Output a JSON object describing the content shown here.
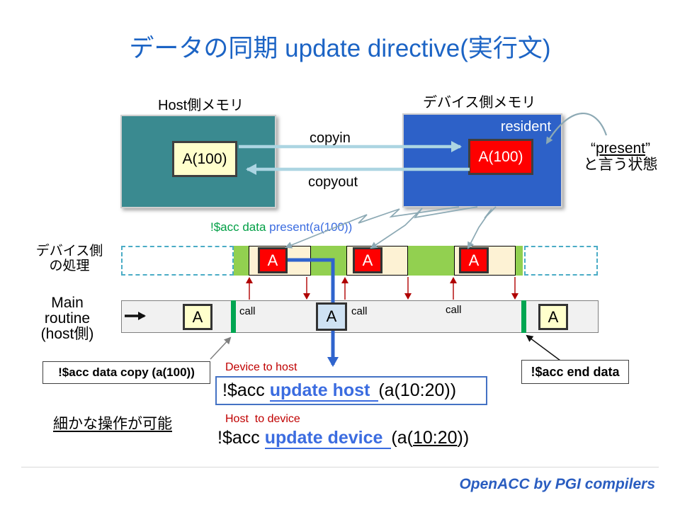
{
  "title": "データの同期 update directive(実行文)",
  "host_memory": {
    "label": "Host側メモリ",
    "cell_label": "A(100)"
  },
  "device_memory": {
    "label": "デバイス側メモリ",
    "resident_label": "resident",
    "cell_label": "A(100)"
  },
  "transfers": {
    "copyin_label": "copyin",
    "copyout_label": "copyout"
  },
  "present_note": {
    "line1": "“present”",
    "word": "present",
    "line2": "と言う状態"
  },
  "present_directive": {
    "part_green": "!$acc data ",
    "part_blue": "present(a(100))"
  },
  "device_row": {
    "label_line1": "デバイス側",
    "label_line2": "の処理",
    "cell_label": "A"
  },
  "host_row": {
    "label_line1": "Main",
    "label_line2": "routine",
    "label_line3": "(host側)",
    "cell_label": "A",
    "call_label": "call"
  },
  "annotations": {
    "data_copy": "!$acc data copy (a(100))",
    "end_data": "!$acc end data",
    "device_to_host": "Device to host",
    "host_to_device": "Host  to device",
    "fine_control": "細かな操作が可能"
  },
  "update_host": {
    "prefix": "!$acc ",
    "keyword": "update host ",
    "args": "(a(10:20))"
  },
  "update_device": {
    "prefix": "!$acc ",
    "keyword": "update device ",
    "args_pre": "(a(",
    "args_range": "10:20",
    "args_post": "))"
  },
  "footer": {
    "credit": "OpenACC by PGI compilers"
  },
  "colors": {
    "title_blue": "#1c64c5",
    "host_box_teal": "#3a8a90",
    "device_box_blue": "#2d61c8",
    "cell_yellow": "#ffffcc",
    "cell_red": "#fe0000",
    "cell_lightblue": "#cfe2f3",
    "band_green": "#92d050",
    "tick_green": "#00a551",
    "cream": "#fdf2d4",
    "keyword_blue": "#3b6ce0",
    "directive_green": "#009f45",
    "note_red": "#c00000",
    "transfer_arrow_lightblue": "#acd5e2",
    "steel_arrow": "#8ca9b4",
    "flow_arrow_red": "#b00000"
  }
}
